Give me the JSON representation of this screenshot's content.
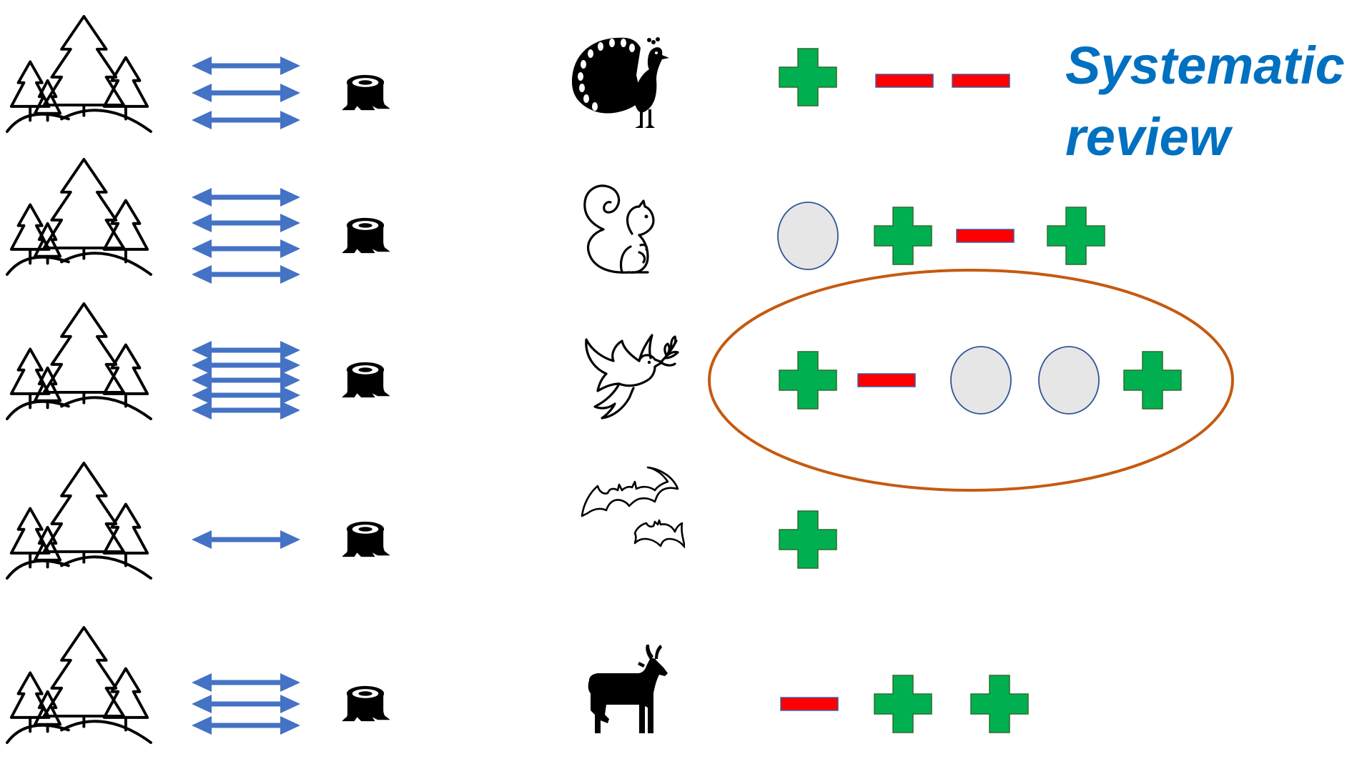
{
  "title": {
    "line1": "Systematic",
    "line2": "review"
  },
  "colors": {
    "title": "#0070C0",
    "arrow": "#4472C4",
    "plus": "#00B050",
    "plus_stroke": "#2E6B2E",
    "minus": "#FF0000",
    "minus_stroke": "#3F5FA8",
    "neutral_fill": "#E7E6E6",
    "neutral_stroke": "#2F5597",
    "highlight_ellipse": "#C55A11",
    "icon": "#000000"
  },
  "rows": [
    {
      "arrow_count": 3,
      "animal": "peacock-icon",
      "results": [
        "positive",
        "negative",
        "negative"
      ]
    },
    {
      "arrow_count": 4,
      "animal": "squirrel-icon",
      "results": [
        "neutral",
        "positive",
        "negative",
        "positive"
      ]
    },
    {
      "arrow_count": 5,
      "animal": "dove-icon",
      "results": [
        "positive",
        "negative",
        "neutral",
        "neutral",
        "positive"
      ],
      "highlighted": true
    },
    {
      "arrow_count": 1,
      "animal": "bats-icon",
      "results": [
        "positive"
      ]
    },
    {
      "arrow_count": 3,
      "animal": "deer-icon",
      "results": [
        "negative",
        "positive",
        "positive"
      ]
    }
  ]
}
